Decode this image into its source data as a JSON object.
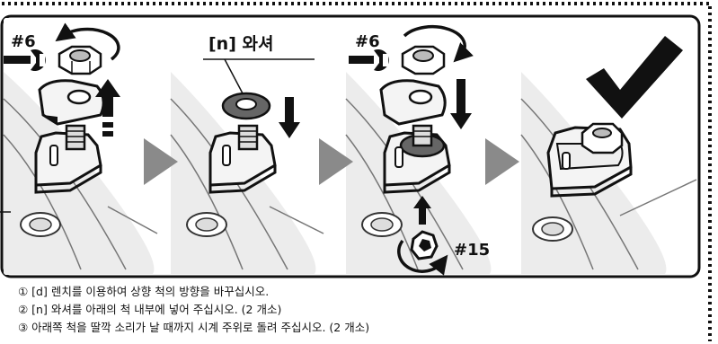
{
  "labels": {
    "panel1_wrench": "#6",
    "panel2_title": "[n] 와셔",
    "panel3_wrench": "#6",
    "panel3_hex": "#15"
  },
  "icons": {
    "wrench": "wrench-icon",
    "rotate_ccw": "rotate-counterclockwise-arrow-icon",
    "rotate_cw": "rotate-clockwise-arrow-icon",
    "step_arrow": "right-triangle-arrow-icon",
    "done": "checkmark-icon",
    "hex_key": "hex-socket-icon"
  },
  "colors": {
    "frame": "#111111",
    "panel_background": "#e6e6e6",
    "step_arrow": "#8a8a8a",
    "washer": "#666666"
  },
  "instructions": [
    "① [d] 렌치를 이용하여 상향 척의 방향을 바꾸십시오.",
    "② [n] 와셔를 아래의 척 내부에 넣어 주십시오. (2 개소)",
    "③ 아래쪽 척을 딸깍 소리가 날 때까지 시계 주위로 돌려 주십시오. (2 개소)"
  ]
}
